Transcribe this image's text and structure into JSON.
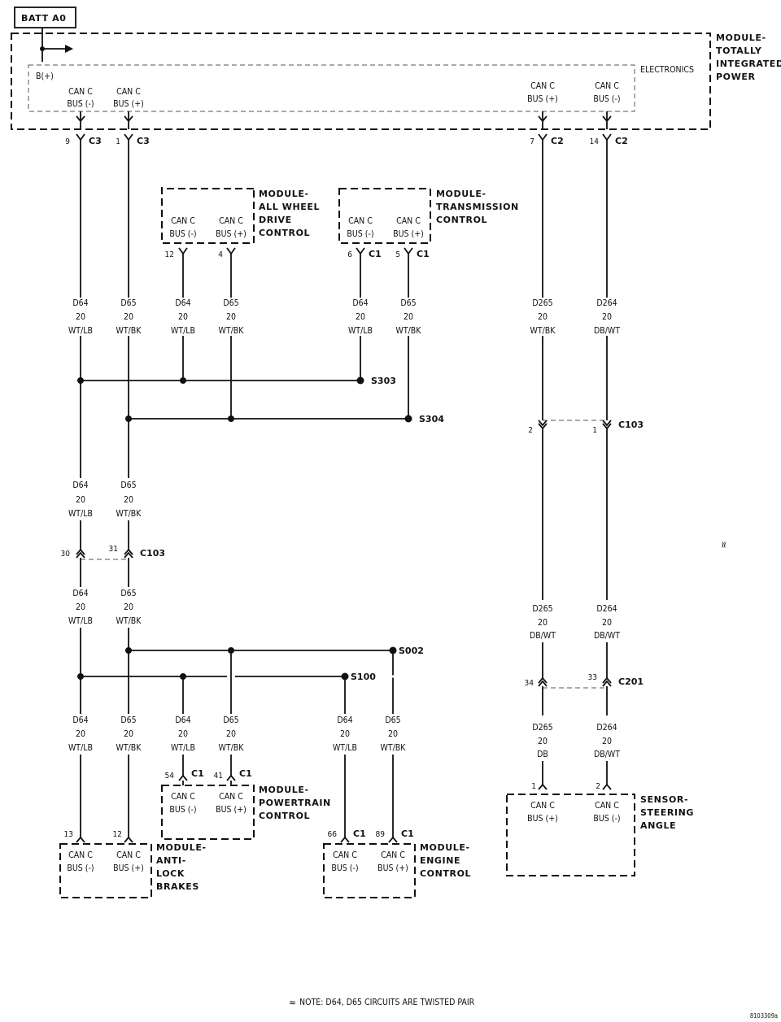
{
  "battery": {
    "label": "BATT A0"
  },
  "tipm": {
    "title": [
      "MODULE-",
      "TOTALLY",
      "INTEGRATED",
      "POWER"
    ],
    "inner_label": "ELECTRONICS",
    "bplus": "B(+)",
    "pins": [
      {
        "l1": "CAN C",
        "l2": "BUS (-)",
        "pin": "9",
        "conn": "C3"
      },
      {
        "l1": "CAN C",
        "l2": "BUS (+)",
        "pin": "1",
        "conn": "C3"
      },
      {
        "l1": "CAN C",
        "l2": "BUS (+)",
        "pin": "7",
        "conn": "C2"
      },
      {
        "l1": "CAN C",
        "l2": "BUS (-)",
        "pin": "14",
        "conn": "C2"
      }
    ]
  },
  "modules": {
    "awd": {
      "title": [
        "MODULE-",
        "ALL WHEEL",
        "DRIVE",
        "CONTROL"
      ],
      "pins": [
        {
          "l1": "CAN C",
          "l2": "BUS (-)",
          "pin": "12",
          "conn": ""
        },
        {
          "l1": "CAN C",
          "l2": "BUS (+)",
          "pin": "4",
          "conn": ""
        }
      ]
    },
    "tcm": {
      "title": [
        "MODULE-",
        "TRANSMISSION",
        "CONTROL"
      ],
      "pins": [
        {
          "l1": "CAN C",
          "l2": "BUS (-)",
          "pin": "6",
          "conn": "C1"
        },
        {
          "l1": "CAN C",
          "l2": "BUS (+)",
          "pin": "5",
          "conn": "C1"
        }
      ]
    },
    "pcm": {
      "title": [
        "MODULE-",
        "POWERTRAIN",
        "CONTROL"
      ],
      "pins": [
        {
          "l1": "CAN C",
          "l2": "BUS (-)",
          "pin": "54",
          "conn": "C1"
        },
        {
          "l1": "CAN C",
          "l2": "BUS (+)",
          "pin": "41",
          "conn": "C1"
        }
      ]
    },
    "abs": {
      "title": [
        "MODULE-",
        "ANTI-",
        "LOCK",
        "BRAKES"
      ],
      "pins": [
        {
          "l1": "CAN C",
          "l2": "BUS (-)",
          "pin": "13",
          "conn": ""
        },
        {
          "l1": "CAN C",
          "l2": "BUS (+)",
          "pin": "12",
          "conn": ""
        }
      ]
    },
    "ecm": {
      "title": [
        "MODULE-",
        "ENGINE",
        "CONTROL"
      ],
      "pins": [
        {
          "l1": "CAN C",
          "l2": "BUS (-)",
          "pin": "66",
          "conn": "C1"
        },
        {
          "l1": "CAN C",
          "l2": "BUS (+)",
          "pin": "89",
          "conn": "C1"
        }
      ]
    },
    "sas": {
      "title": [
        "SENSOR-",
        "STEERING",
        "ANGLE"
      ],
      "pins": [
        {
          "l1": "CAN C",
          "l2": "BUS (+)",
          "pin": "1",
          "conn": ""
        },
        {
          "l1": "CAN C",
          "l2": "BUS (-)",
          "pin": "2",
          "conn": ""
        }
      ]
    }
  },
  "wires": {
    "d64": [
      "D64",
      "20",
      "WT/LB"
    ],
    "d65": [
      "D65",
      "20",
      "WT/BK"
    ],
    "d265_top": [
      "D265",
      "20",
      "WT/BK"
    ],
    "d264_top": [
      "D264",
      "20",
      "DB/WT"
    ],
    "d265_mid": [
      "D265",
      "20",
      "DB/WT"
    ],
    "d264_mid": [
      "D264",
      "20",
      "DB/WT"
    ],
    "d265_bot": [
      "D265",
      "20",
      "DB"
    ],
    "d264_bot": [
      "D264",
      "20",
      "DB/WT"
    ]
  },
  "splices": {
    "s303": "S303",
    "s304": "S304",
    "s002": "S002",
    "s100": "S100"
  },
  "connectors": {
    "c103_right": {
      "name": "C103",
      "pins": [
        "2",
        "1"
      ]
    },
    "c103_left": {
      "name": "C103",
      "pins": [
        "30",
        "31"
      ]
    },
    "c201": {
      "name": "C201",
      "pins": [
        "34",
        "33"
      ]
    }
  },
  "twist_mark": "≈",
  "note": {
    "mark": "≈",
    "text": "NOTE:  D64, D65    CIRCUITS ARE TWISTED PAIR"
  },
  "figure_id": "8103309a"
}
